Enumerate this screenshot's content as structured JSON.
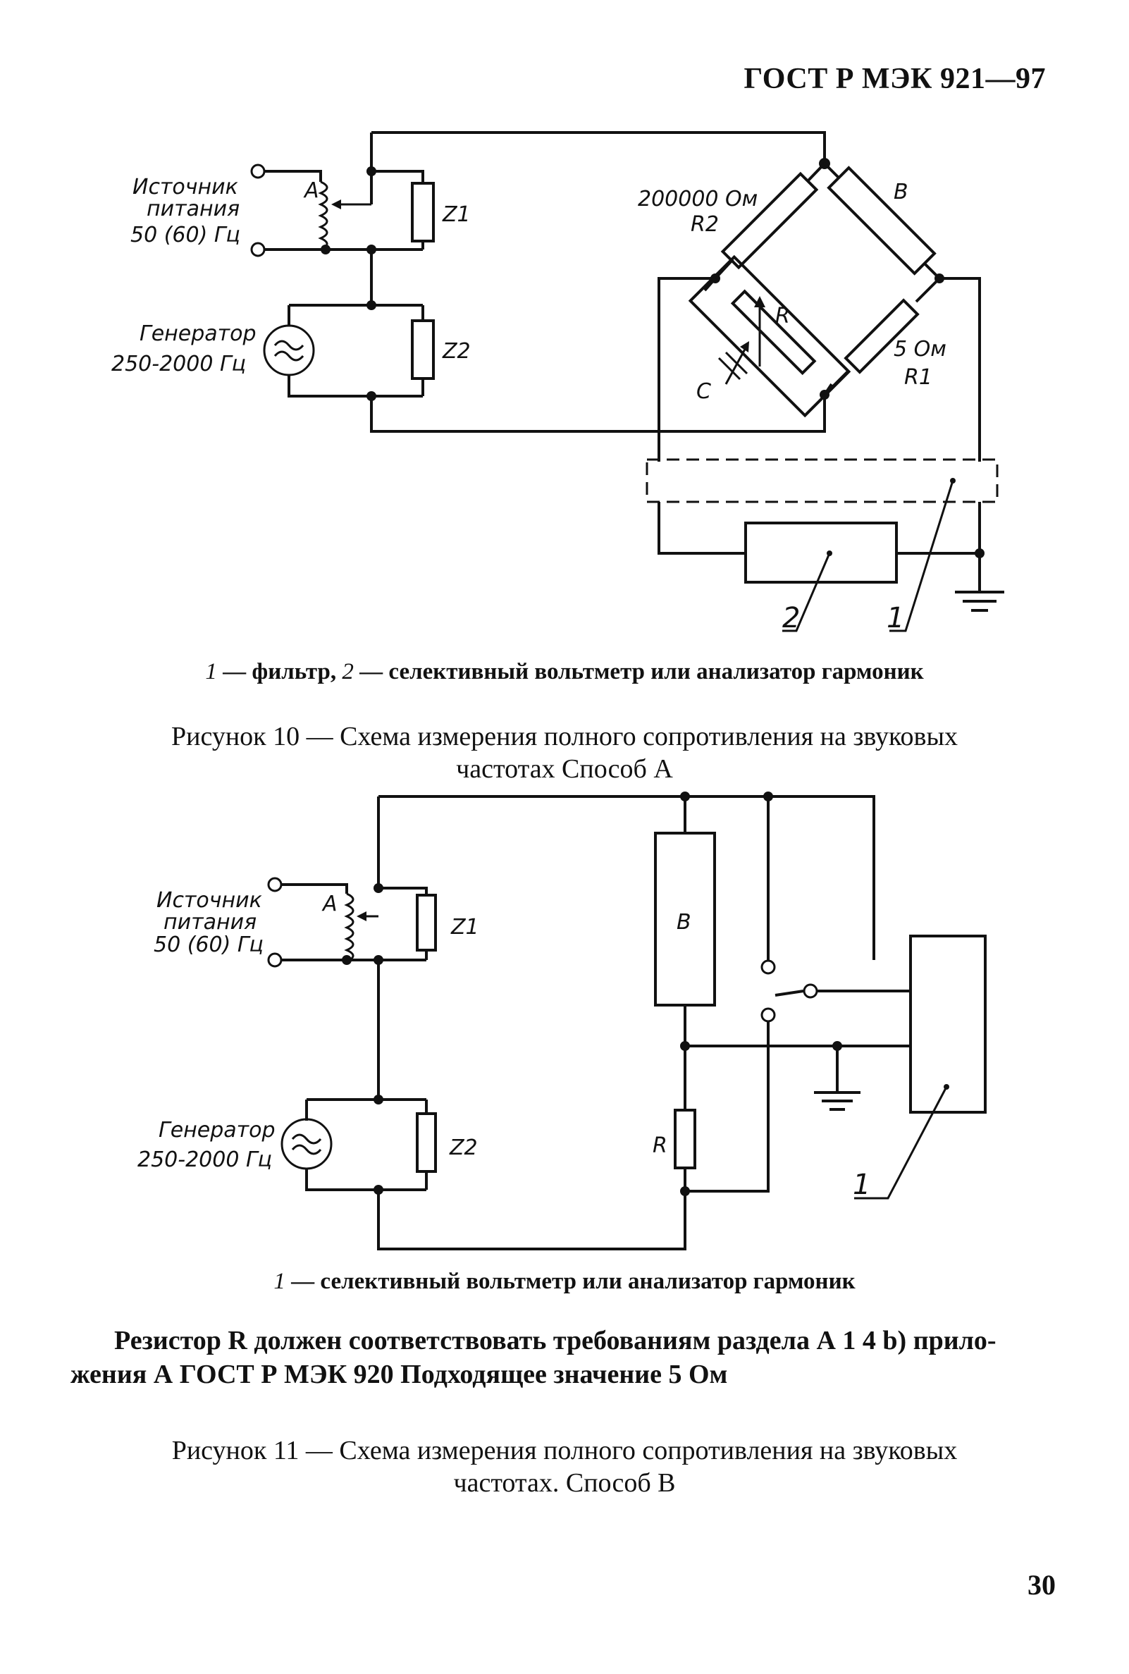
{
  "header": {
    "doc_id": "ГОСТ Р МЭК 921—97"
  },
  "figure10": {
    "labels": {
      "source_line1": "Источник",
      "source_line2": "питания",
      "source_line3": "50 (60) Гц",
      "tap_a": "A",
      "z1": "Z1",
      "generator_line1": "Генератор",
      "generator_line2": "250-2000 Гц",
      "z2": "Z2",
      "r2_value": "200000 Ом",
      "r2": "R2",
      "b": "B",
      "r": "R",
      "c": "C",
      "r1_value": "5 Ом",
      "r1": "R1",
      "callout_2": "2",
      "callout_1": "1"
    },
    "legend": {
      "n1": "1",
      "t1": " — фильтр, ",
      "n2": "2",
      "t2": " — селективный вольтметр или анализатор гармоник"
    },
    "caption_line1": "Рисунок 10 — Схема измерения полного сопротивления на звуковых",
    "caption_line2": "частотах  Способ А"
  },
  "figure11": {
    "labels": {
      "source_line1": "Источник",
      "source_line2": "питания",
      "source_line3": "50 (60) Гц",
      "tap_a": "A",
      "z1": "Z1",
      "generator_line1": "Генератор",
      "generator_line2": "250-2000 Гц",
      "z2": "Z2",
      "b": "B",
      "r": "R",
      "callout_1": "1"
    },
    "legend": {
      "n1": "1",
      "t1": " — селективный вольтметр или анализатор гармоник"
    },
    "caption_line1": "Рисунок 11 — Схема измерения полного сопротивления на звуковых",
    "caption_line2": "частотах. Способ В"
  },
  "note": {
    "line1": "Резистор R должен соответствовать требованиям раздела А 1 4 b) прило-",
    "line2": "жения А ГОСТ Р МЭК 920  Подходящее значение 5 Ом"
  },
  "page_number": "30"
}
